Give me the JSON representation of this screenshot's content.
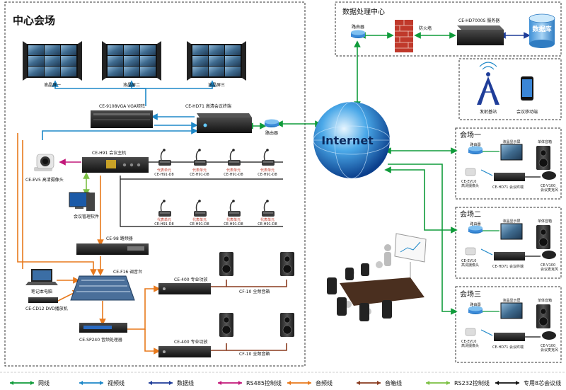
{
  "zones": {
    "center": "中心会场",
    "datacenter": "数据处理中心",
    "venue1": "会场一",
    "venue2": "会场二",
    "venue3": "会场三"
  },
  "screens": [
    "液晶屏一",
    "液晶屏二",
    "液晶屏三"
  ],
  "devices": {
    "vga_matrix": "CE-9108VGA VGA矩阵",
    "hd_terminal": "CE-HD71 高清会议终端",
    "router": "路由器",
    "host": "CE-H91 会议主机",
    "camera": "CE-EV5 高清摄像头",
    "software": "会议管理软件",
    "splitter": "CE-98 路频器",
    "mixer": "CE-F16 调音台",
    "laptop": "笔记本电脑",
    "dvd": "CE-CD12 DVD播放机",
    "processor": "CE-SP240 音频处理器",
    "amp1": "CE-400 专业功放",
    "amp2": "CE-400 专业功放",
    "spk1": "CF-10 全频音箱",
    "spk2": "CF-10 全频音箱",
    "dc_router": "路由器",
    "firewall": "防火墙",
    "server": "CE-HD7000S 服务器",
    "database": "数据库",
    "tower": "发射基站",
    "mobile": "会议移动端",
    "internet": "Internet"
  },
  "mics": {
    "chair": "代表单元",
    "chair_model": "CE-H91-D8",
    "delegate": "代表单元",
    "delegate_model": "CE-H91-D8"
  },
  "venue_labels": {
    "router": "路由器",
    "screen": "液晶显示屏",
    "speaker": "单体音箱",
    "camera": "CE-EV10",
    "camera2": "高清摄像头",
    "terminal": "CE-HD71 会议终端",
    "mic": "CE-V100",
    "mic2": "会议麦克风"
  },
  "legend": [
    {
      "label": "网线",
      "color": "#0f9b3a"
    },
    {
      "label": "视频线",
      "color": "#1e88c8"
    },
    {
      "label": "数据线",
      "color": "#1f3d99"
    },
    {
      "label": "RS485控制线",
      "color": "#c2187a"
    },
    {
      "label": "音频线",
      "color": "#e8791c"
    },
    {
      "label": "音箱线",
      "color": "#8a3b1f"
    },
    {
      "label": "RS232控制线",
      "color": "#7bc043"
    },
    {
      "label": "专用8芯会议线",
      "color": "#111111"
    }
  ]
}
